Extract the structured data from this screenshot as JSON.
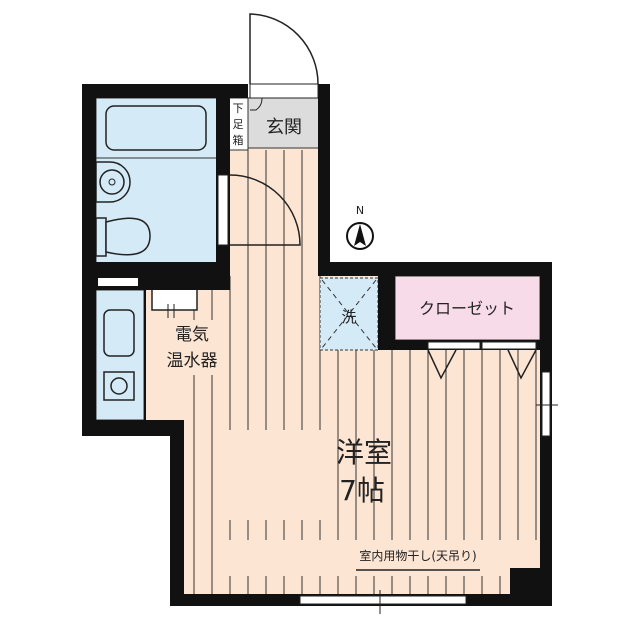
{
  "rooms": {
    "entrance": "玄関",
    "shoe_box": [
      "下",
      "足",
      "箱"
    ],
    "water_heater": [
      "電気",
      "温水器"
    ],
    "washer": "洗",
    "closet": "クローゼット",
    "western_room": "洋室",
    "western_room_size": "7帖",
    "drying_rack": "室内用物干し(天吊り)"
  },
  "compass": {
    "label": "N",
    "icon": "north-arrow-icon"
  },
  "colors": {
    "wall": "#111111",
    "floor": "#fde5d3",
    "wet_area": "#d4eaf7",
    "closet": "#f7dbe8",
    "entrance": "#dcdcdc"
  }
}
